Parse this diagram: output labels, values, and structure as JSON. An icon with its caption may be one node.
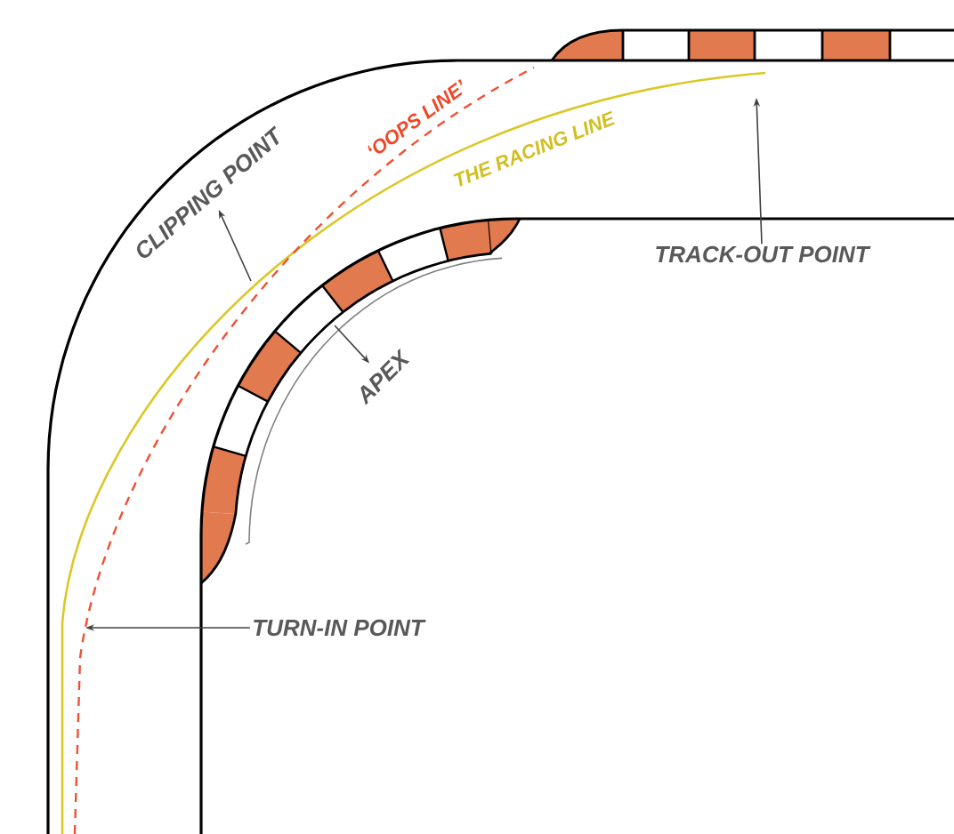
{
  "diagram": {
    "nodes": [
      {
        "text": [
          "CLIPPING POINT"
        ]
      },
      {
        "text": [
          "APEX"
        ]
      },
      {
        "text": [
          "TRACK-OUT POINT"
        ]
      },
      {
        "text": [
          "TURN-IN POINT"
        ]
      }
    ],
    "edges": [
      {
        "from": null,
        "to": 0,
        "arrow": "to"
      },
      {
        "from": null,
        "to": 1,
        "arrow": "to"
      },
      {
        "from": 2,
        "to": null,
        "arrow": "to"
      },
      {
        "from": 3,
        "to": null,
        "arrow": "to"
      }
    ],
    "labels": [
      "‘OOPS LINE’",
      "THE RACING LINE"
    ]
  }
}
